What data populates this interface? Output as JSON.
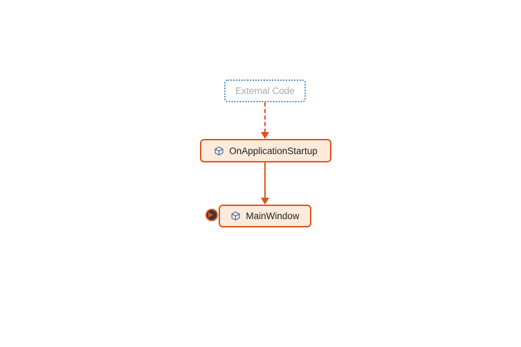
{
  "colors": {
    "canvas_bg": "#ffffff",
    "accent": "#E0531B",
    "node_fill": "#FCEBDB",
    "node_text": "#1F1F1F",
    "external_border": "#4E8FC0",
    "external_text": "#A9A9A9",
    "icon_blue": "#3B5EA6",
    "badge_fill": "#383838"
  },
  "nodes": [
    {
      "id": "external-code",
      "label": "External Code",
      "kind": "external-group",
      "border_style": "dotted-dashed"
    },
    {
      "id": "on-application-startup",
      "label": "OnApplicationStartup",
      "kind": "method",
      "icon": "cube-icon"
    },
    {
      "id": "main-window",
      "label": "MainWindow",
      "kind": "method",
      "icon": "cube-icon",
      "indicator": "caret-location-badge"
    }
  ],
  "edges": [
    {
      "from": "External Code",
      "to": "OnApplicationStartup",
      "line_style": "dashed",
      "direction": "down"
    },
    {
      "from": "OnApplicationStartup",
      "to": "MainWindow",
      "line_style": "solid",
      "direction": "down"
    }
  ]
}
